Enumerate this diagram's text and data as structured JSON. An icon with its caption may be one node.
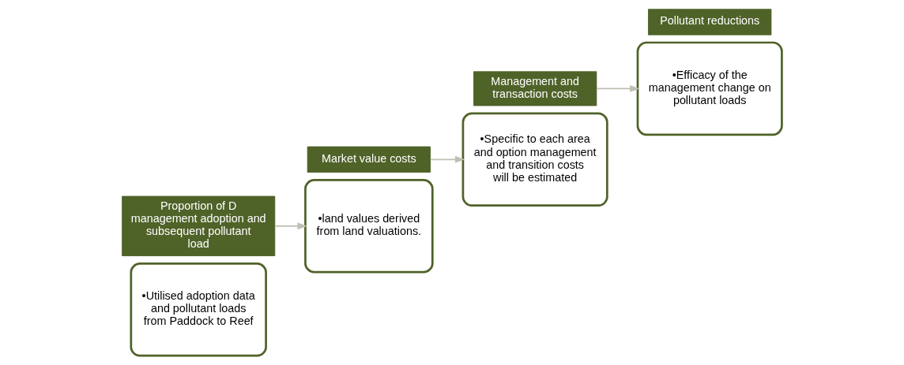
{
  "diagram": {
    "nodes": [
      {
        "text": [
          "•Utilised adoption data and pollutant loads from Paddock to Reef"
        ]
      },
      {
        "text": [
          "Proportion of D management adoption and subsequent pollutant load"
        ]
      },
      {
        "text": [
          "Market value costs"
        ]
      },
      {
        "text": [
          "•land values derived from land valuations."
        ]
      },
      {
        "text": [
          "•Specific to each area and option management and transition costs will be estimated"
        ]
      },
      {
        "text": [
          "Management and transaction costs"
        ]
      },
      {
        "text": [
          "Pollutant reductions"
        ]
      },
      {
        "text": [
          "•Efficacy of the management change on pollutant loads"
        ]
      }
    ],
    "edges": [
      {
        "from": 1,
        "to": 3,
        "arrow": "to"
      },
      {
        "from": 2,
        "to": 4,
        "arrow": "to"
      },
      {
        "from": 5,
        "to": 7,
        "arrow": "to"
      }
    ]
  }
}
